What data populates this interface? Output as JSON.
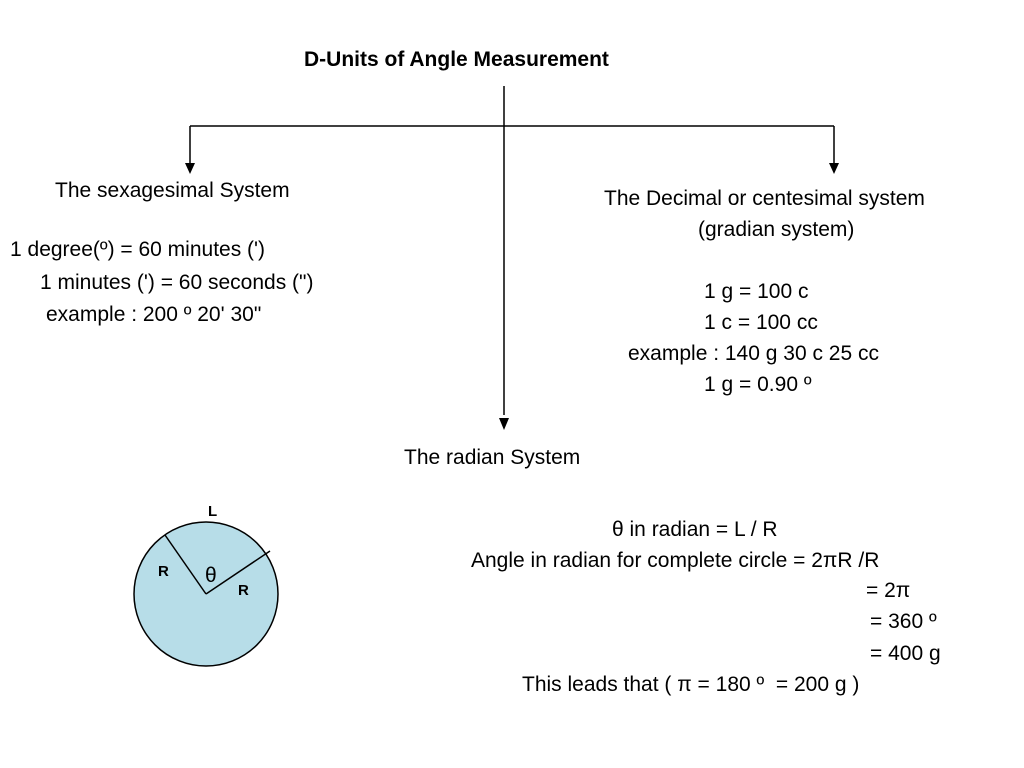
{
  "title": "D-Units of Angle Measurement",
  "sexagesimal": {
    "heading": "The sexagesimal System",
    "line1": "1 degree(º) = 60 minutes (')",
    "line2": "1 minutes (') = 60 seconds (\")",
    "line3": "example : 200 º 20' 30\""
  },
  "centesimal": {
    "heading": "The Decimal or centesimal system",
    "subheading": "(gradian system)",
    "line1": "1 g = 100 c",
    "line2": "1 c = 100 cc",
    "line3": "example : 140 g 30 c 25 cc",
    "line4": "1 g = 0.90 º"
  },
  "radian": {
    "heading": "The radian System",
    "line1": "θ in radian = L / R",
    "line2": "Angle in radian for complete circle = 2πR /R",
    "line3": "= 2π",
    "line4": "= 360 º",
    "line5": "= 400 g",
    "line6": "This leads that ( π = 180 º  = 200 g )"
  },
  "circle": {
    "label_arc": "L",
    "label_radius_left": "R",
    "label_radius_right": "R",
    "label_angle": "θ",
    "fill_color": "#b7dde8"
  }
}
